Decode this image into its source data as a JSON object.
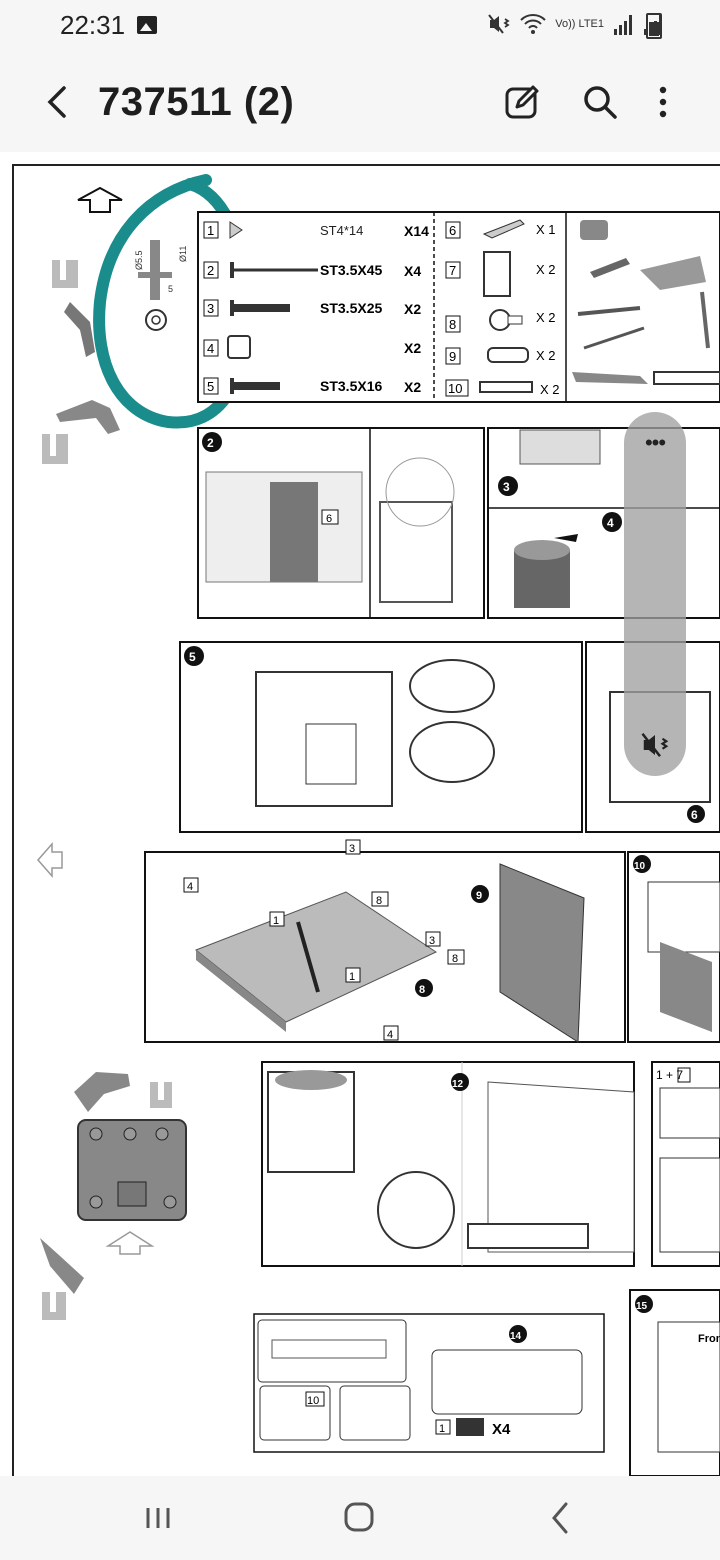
{
  "status_bar": {
    "time": "22:31",
    "network": "Vo)) LTE1"
  },
  "app_bar": {
    "title": "737511 (2)",
    "back_icon": "chevron-left-icon",
    "edit_icon": "edit-icon",
    "search_icon": "search-icon",
    "more_icon": "more-vertical-icon"
  },
  "manual": {
    "parts": [
      {
        "num": "1",
        "spec": "ST4*14",
        "qty": "X14"
      },
      {
        "num": "2",
        "spec": "ST3.5X45",
        "qty": "X4"
      },
      {
        "num": "3",
        "spec": "ST3.5X25",
        "qty": "X2"
      },
      {
        "num": "4",
        "spec": "",
        "qty": "X2"
      },
      {
        "num": "5",
        "spec": "ST3.5X16",
        "qty": "X2"
      }
    ],
    "parts_right": [
      {
        "num": "6",
        "qty": "X 1"
      },
      {
        "num": "7",
        "qty": "X 2"
      },
      {
        "num": "8",
        "qty": "X 2"
      },
      {
        "num": "9",
        "qty": "X 2"
      },
      {
        "num": "10",
        "qty": "X 2"
      }
    ],
    "dims": {
      "d1": "Ø5.5",
      "d2": "Ø11",
      "d3": "5"
    },
    "steps": {
      "s2": "2",
      "s3": "3",
      "s4": "4",
      "s5": "5",
      "s6": "6",
      "s8": "8",
      "s9": "9",
      "s10": "10",
      "s12": "12",
      "s14": "14",
      "s15": "15"
    },
    "callouts": {
      "c6": "6",
      "c3a": "3",
      "c8a": "8",
      "c3b": "3",
      "c8b": "8",
      "c1a": "1",
      "c1b": "1",
      "c4a": "4",
      "c4b": "4",
      "c1plus7": "1 + 7",
      "x4": "X4",
      "c1c": "1",
      "c10": "10"
    },
    "front_label": "Front"
  },
  "overlay": {
    "more_dots": "•••",
    "icon": "mute-vibrate-icon"
  },
  "nav_bar": {
    "recents_icon": "recents-icon",
    "home_icon": "home-icon",
    "back_icon": "back-icon"
  }
}
